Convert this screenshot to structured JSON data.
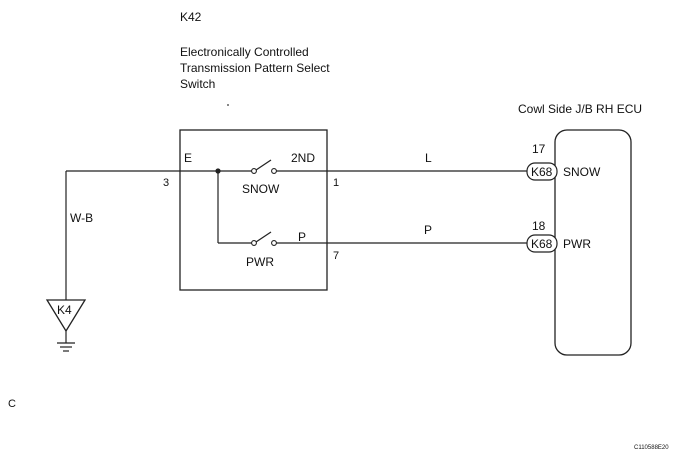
{
  "component": {
    "code": "K42",
    "name_lines": [
      "Electronically Controlled",
      "Transmission Pattern Select",
      "Switch"
    ],
    "terminals": {
      "E": {
        "label": "E",
        "pin": "3"
      },
      "2ND": {
        "label": "2ND",
        "pin": "1"
      },
      "P": {
        "label": "P",
        "pin": "7"
      }
    },
    "switches": {
      "snow": "SNOW",
      "pwr": "PWR"
    }
  },
  "ecu": {
    "name": "Cowl Side J/B RH ECU",
    "pins": [
      {
        "number": "17",
        "connector": "K68",
        "signal": "SNOW"
      },
      {
        "number": "18",
        "connector": "K68",
        "signal": "PWR"
      }
    ]
  },
  "wires": {
    "snow": "L",
    "pwr": "P",
    "ground": "W-B"
  },
  "ground": {
    "code": "K4"
  },
  "corner_letter": "C",
  "figure_id": "C110588E20"
}
